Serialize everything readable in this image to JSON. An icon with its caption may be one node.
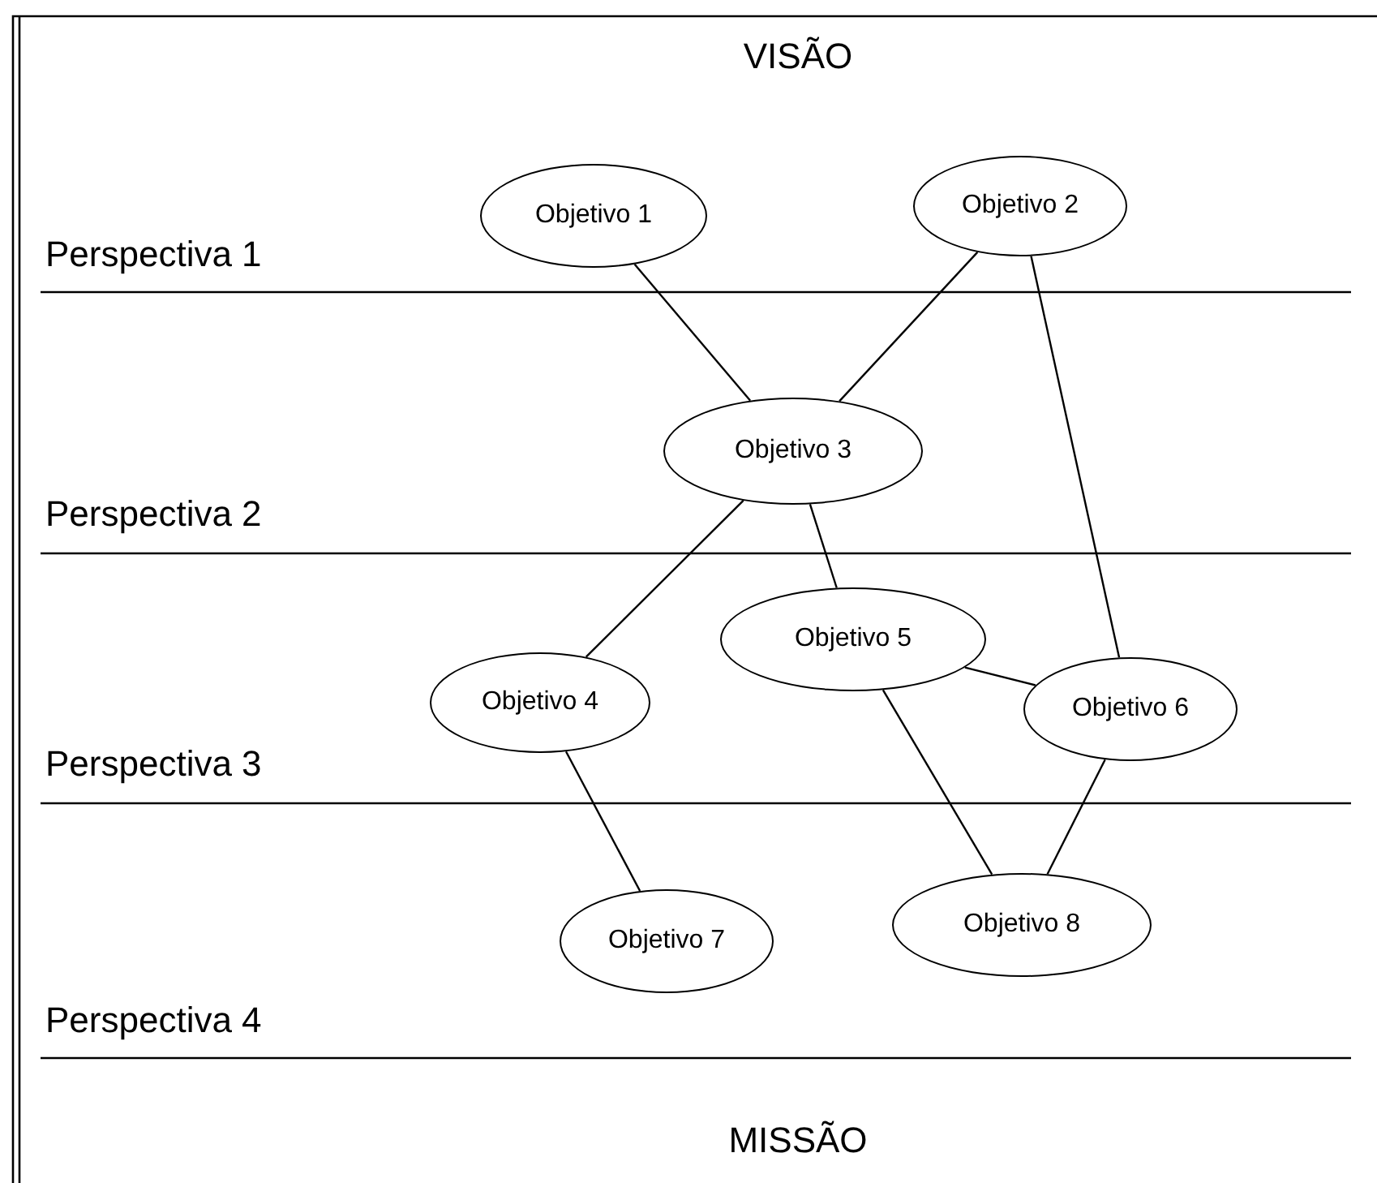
{
  "diagram": {
    "nodes": [
      {
        "text": [
          "Objetivo 1"
        ]
      },
      {
        "text": [
          "Objetivo 2"
        ]
      },
      {
        "text": [
          "Objetivo 3"
        ]
      },
      {
        "text": [
          "Objetivo 4"
        ]
      },
      {
        "text": [
          "Objetivo 5"
        ]
      },
      {
        "text": [
          "Objetivo 6"
        ]
      },
      {
        "text": [
          "Objetivo 7"
        ]
      },
      {
        "text": [
          "Objetivo 8"
        ]
      }
    ],
    "edges": [
      {
        "from": 0,
        "to": 2,
        "arrow": "none"
      },
      {
        "from": 1,
        "to": 2,
        "arrow": "none"
      },
      {
        "from": 1,
        "to": 5,
        "arrow": "none"
      },
      {
        "from": 2,
        "to": 3,
        "arrow": "none"
      },
      {
        "from": 2,
        "to": 4,
        "arrow": "none"
      },
      {
        "from": 4,
        "to": 5,
        "arrow": "none"
      },
      {
        "from": 3,
        "to": 6,
        "arrow": "none"
      },
      {
        "from": 4,
        "to": 7,
        "arrow": "none"
      },
      {
        "from": 5,
        "to": 7,
        "arrow": "none"
      }
    ],
    "labels": [
      "VISÃO",
      "Perspectiva 1",
      "Perspectiva 2",
      "Perspectiva 3",
      "Perspectiva 4",
      "MISSÃO"
    ]
  }
}
